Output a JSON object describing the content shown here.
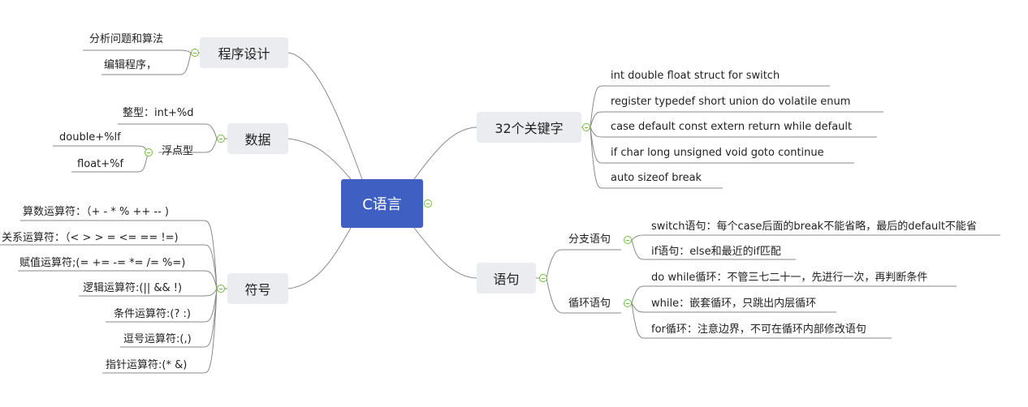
{
  "root": "C语言",
  "left": {
    "design": {
      "label": "程序设计",
      "children": [
        "分析问题和算法",
        "编辑程序，"
      ]
    },
    "data": {
      "label": "数据",
      "int_leaf": "整型：int+%d",
      "float_group": {
        "label": "浮点型",
        "children": [
          "double+%lf",
          "float+%f"
        ]
      }
    },
    "symbols": {
      "label": "符号",
      "children": [
        "算数运算符：（+ - * %  ++  -- )",
        "关系运算符：（< > > =   <=  ==  !=)",
        "赋值运算符;(=  +=  -= *=  /=  %=)",
        "逻辑运算符:(||  &&   !)",
        "条件运算符:(?  :)",
        "逗号运算符:(,)",
        "指针运算符:(*   &)"
      ]
    }
  },
  "right": {
    "keywords": {
      "label": "32个关键字",
      "children": [
        "int   double    float   struct for  switch",
        "register  typedef  short  union  do   volatile enum",
        "case  default  const   extern  return while default",
        "if  char  long  unsigned void  goto continue",
        "auto  sizeof break"
      ]
    },
    "statements": {
      "label": "语句",
      "branch": {
        "label": "分支语句",
        "children": [
          "switch语句：每个case后面的break不能省略，最后的default不能省",
          "if语句：else和最近的if匹配"
        ]
      },
      "loop": {
        "label": "循环语句",
        "children": [
          "do while循环：不管三七二十一，先进行一次，再判断条件",
          "while：嵌套循环，只跳出内层循环",
          "for循环：注意边界，不可在循环内部修改语句"
        ]
      }
    }
  },
  "colors": {
    "root_fill": "#3f5fc2",
    "topic_fill": "#ebecf0",
    "line": "#8a8a8a",
    "toggle": "#6cbf3c"
  }
}
